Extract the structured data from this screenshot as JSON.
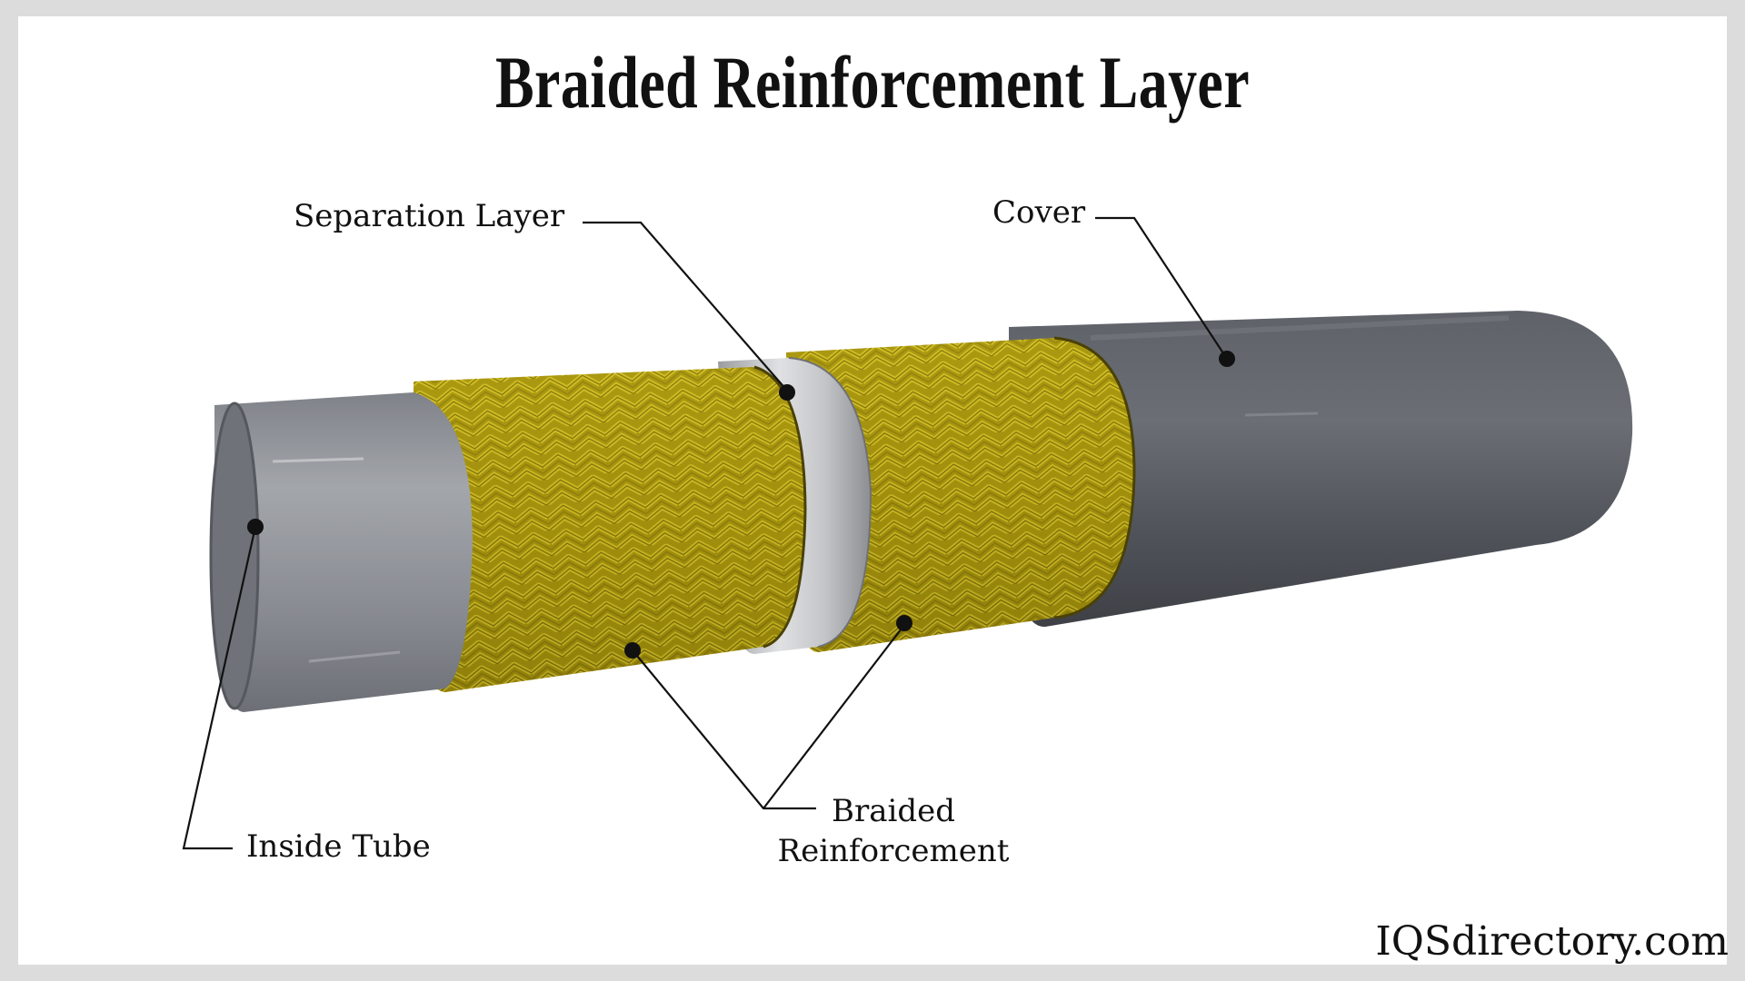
{
  "title": "Braided Reinforcement Layer",
  "labels": {
    "separation_layer": "Separation Layer",
    "cover": "Cover",
    "inside_tube": "Inside Tube",
    "braided_line1": "Braided",
    "braided_line2": "Reinforcement"
  },
  "watermark": "IQSdirectory.com",
  "colors": {
    "background": "#ffffff",
    "frame": "#dcdcdc",
    "cover": "#555860",
    "inside_tube": "#8a8d93",
    "separation_layer": "#b9babd",
    "braid": "#b7a416",
    "leader_line": "#111111"
  }
}
